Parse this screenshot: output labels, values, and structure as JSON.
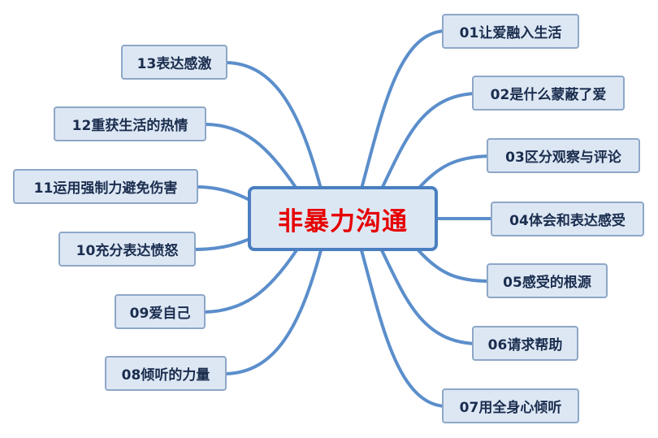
{
  "title": "非暴力沟通",
  "colors": {
    "accent": "#5b8ecb",
    "title_text": "#e60000",
    "node_fill": "#dde7f4",
    "node_border": "#8da7c7",
    "node_text": "#1a2d4e"
  },
  "branches_right": [
    "01让爱融入生活",
    "02是什么蒙蔽了爱",
    "03区分观察与评论",
    "04体会和表达感受",
    "05感受的根源",
    "06请求帮助",
    "07用全身心倾听"
  ],
  "branches_left": [
    "13表达感激",
    "12重获生活的热情",
    "11运用强制力避免伤害",
    "10充分表达愤怒",
    "09爱自己",
    "08倾听的力量"
  ]
}
